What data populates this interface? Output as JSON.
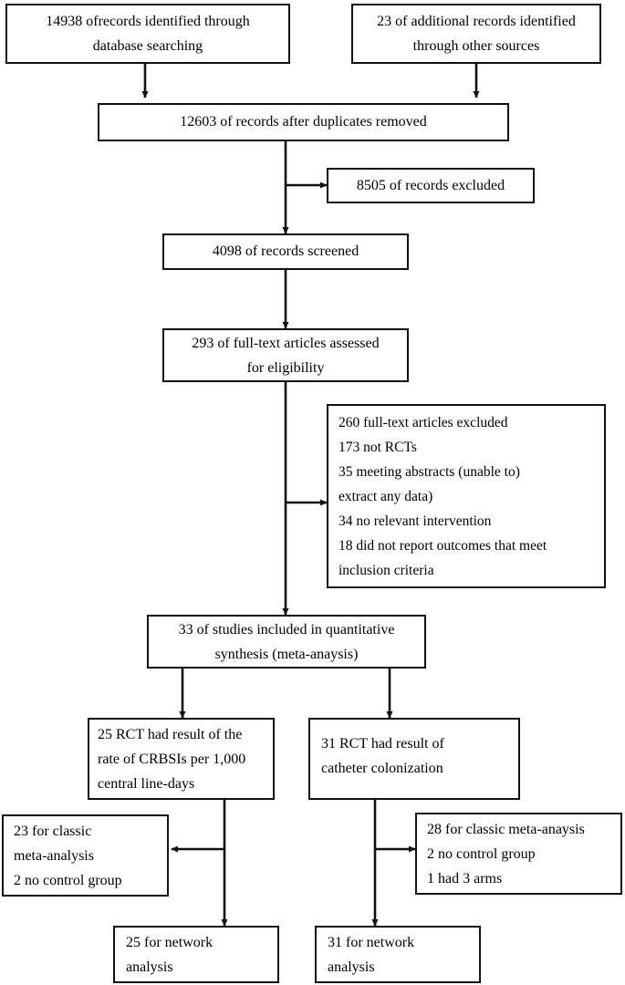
{
  "diagram": {
    "type": "PRISMA flow diagram",
    "nodes": {
      "database_search": {
        "lines": [
          "14938 ofrecords identified through",
          "database searching"
        ]
      },
      "other_sources": {
        "lines": [
          "23 of additional records identified",
          "through other sources"
        ]
      },
      "duplicates_removed": {
        "lines": [
          "12603 of records after duplicates removed"
        ]
      },
      "records_excluded": {
        "lines": [
          "8505 of records excluded"
        ]
      },
      "records_screened": {
        "lines": [
          "4098 of records screened"
        ]
      },
      "fulltext_assessed": {
        "lines": [
          "293 of full-text articles assessed",
          "for eligibility"
        ]
      },
      "fulltext_excluded": {
        "lines": [
          "260 full-text articles excluded",
          "173 not RCTs",
          "35  meeting abstracts (unable to)",
          "extract any data)",
          "34 no relevant intervention",
          "18 did not report outcomes that meet",
          "inclusion criteria"
        ]
      },
      "studies_included": {
        "lines": [
          "33 of studies included in quantitative",
          "synthesis (meta-anaysis)"
        ]
      },
      "crbsi_branch": {
        "lines": [
          "25 RCT had result of the",
          "rate of CRBSIs per 1,000",
          "central line-days"
        ]
      },
      "colonization_branch": {
        "lines": [
          "31  RCT  had  result  of",
          "catheter colonization"
        ]
      },
      "left_classic": {
        "lines": [
          "23   for   classic",
          "meta-analysis",
          "2 no control group"
        ]
      },
      "right_classic": {
        "lines": [
          "28 for classic meta-anaysis",
          "2 no control group",
          "1 had 3 arms"
        ]
      },
      "left_network": {
        "lines": [
          "25  for  network",
          "analysis"
        ]
      },
      "right_network": {
        "lines": [
          "31  for  network",
          "analysis"
        ]
      }
    },
    "colors": {
      "stroke": "#111111",
      "background": "#ffffff",
      "text": "#000000"
    }
  }
}
